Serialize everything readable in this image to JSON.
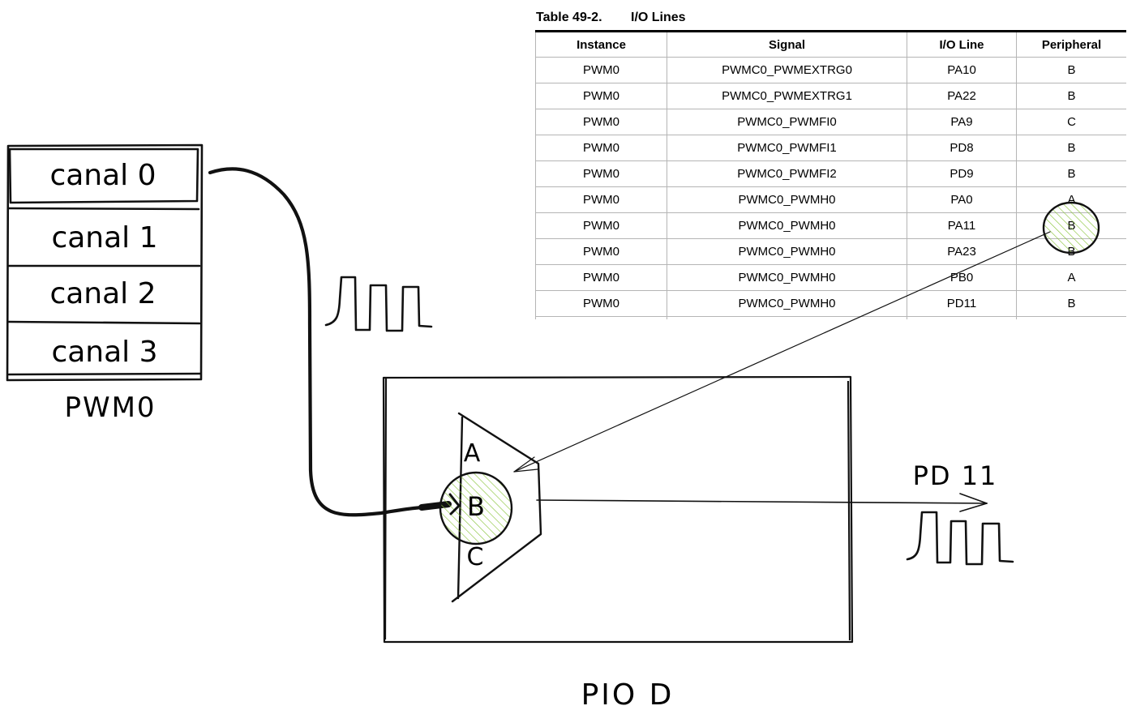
{
  "table": {
    "caption_number": "Table 49-2.",
    "caption_title": "I/O Lines",
    "headers": [
      "Instance",
      "Signal",
      "I/O Line",
      "Peripheral"
    ],
    "rows": [
      [
        "PWM0",
        "PWMC0_PWMEXTRG0",
        "PA10",
        "B"
      ],
      [
        "PWM0",
        "PWMC0_PWMEXTRG1",
        "PA22",
        "B"
      ],
      [
        "PWM0",
        "PWMC0_PWMFI0",
        "PA9",
        "C"
      ],
      [
        "PWM0",
        "PWMC0_PWMFI1",
        "PD8",
        "B"
      ],
      [
        "PWM0",
        "PWMC0_PWMFI2",
        "PD9",
        "B"
      ],
      [
        "PWM0",
        "PWMC0_PWMH0",
        "PA0",
        "A"
      ],
      [
        "PWM0",
        "PWMC0_PWMH0",
        "PA11",
        "B"
      ],
      [
        "PWM0",
        "PWMC0_PWMH0",
        "PA23",
        "B"
      ],
      [
        "PWM0",
        "PWMC0_PWMH0",
        "PB0",
        "A"
      ],
      [
        "PWM0",
        "PWMC0_PWMH0",
        "PD11",
        "B"
      ]
    ]
  },
  "pwm": {
    "channels": [
      "canal 0",
      "canal 1",
      "canal 2",
      "canal 3"
    ],
    "label": "PWM0"
  },
  "pio": {
    "label": "PIO D",
    "mux_inputs": [
      "A",
      "B",
      "C"
    ],
    "output_label": "PD 11"
  },
  "colors": {
    "ink": "#111111",
    "highlight_hatch": "#8cc63f",
    "table_grid": "#b5b5b5"
  }
}
